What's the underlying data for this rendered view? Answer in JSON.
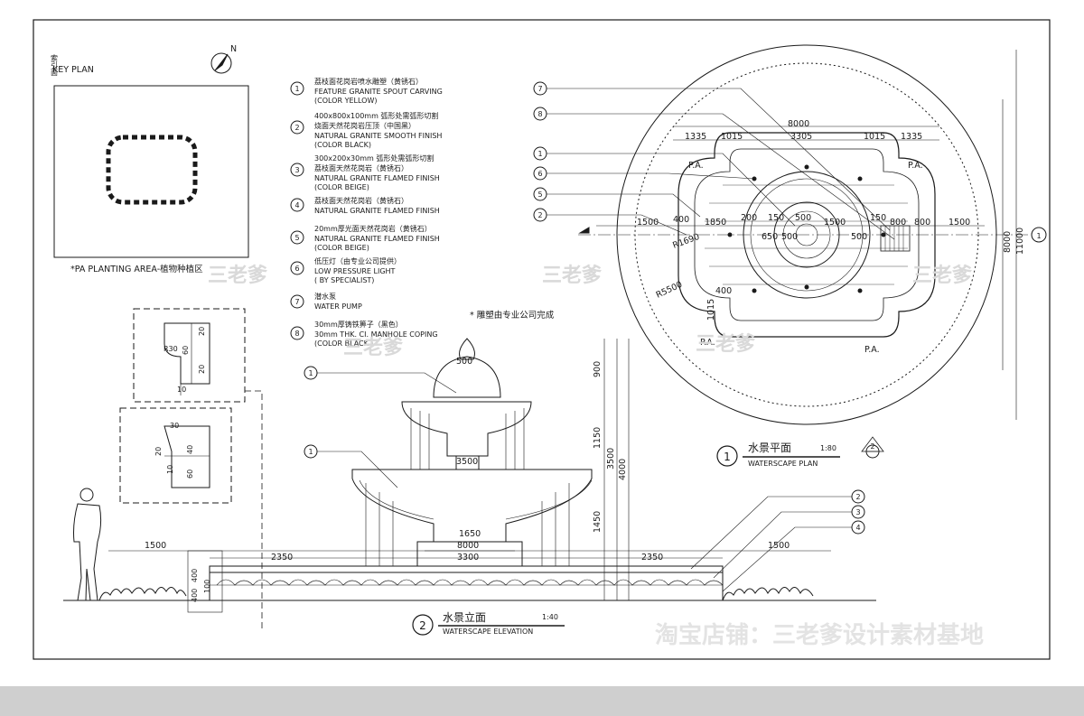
{
  "key_plan": {
    "title": "KEY PLAN",
    "north": "N",
    "vertical_label": "索引面",
    "note": "*PA   PLANTING AREA-植物种植区"
  },
  "legend": [
    {
      "num": "1",
      "cn": "荔枝面花岗岩喷水雕塑（黄锈石）",
      "en1": "FEATURE GRANITE SPOUT CARVING",
      "en2": "(COLOR YELLOW)"
    },
    {
      "num": "2",
      "cn": "400x800x100mm 弧形处需弧形切割",
      "cn2": "烧面天然花岗岩压顶（中国黑）",
      "en1": "NATURAL GRANITE SMOOTH FINISH",
      "en2": "(COLOR BLACK)"
    },
    {
      "num": "3",
      "cn": "300x200x30mm 弧形处需弧形切割",
      "cn2": "荔枝面天然花岗岩（黄锈石）",
      "en1": "NATURAL GRANITE FLAMED FINISH",
      "en2": "(COLOR BEIGE)"
    },
    {
      "num": "4",
      "cn": "荔枝面天然花岗岩（黄锈石）",
      "en1": "NATURAL GRANITE FLAMED FINISH",
      "en2": ""
    },
    {
      "num": "5",
      "cn": "20mm厚光面天然花岗岩（黄锈石）",
      "en1": "NATURAL GRANITE FLAMED FINISH",
      "en2": "(COLOR BEIGE)"
    },
    {
      "num": "6",
      "cn": "低压灯（由专业公司提供）",
      "en1": "LOW PRESSURE LIGHT",
      "en2": "( BY SPECIALIST)"
    },
    {
      "num": "7",
      "cn": "潜水泵",
      "en1": "WATER PUMP",
      "en2": ""
    },
    {
      "num": "8",
      "cn": "30mm厚铸铁箅子（黑色）",
      "en1": "30mm THK. CI. MANHOLE COPING",
      "en2": "(COLOR BLACK )"
    }
  ],
  "sculpture_note": "*  雕塑由专业公司完成",
  "plan": {
    "title_cn": "水景平面",
    "title_en": "WATERSCAPE PLAN",
    "scale": "1:80",
    "number": "1",
    "section_ref": "2",
    "pa_label": "P.A.",
    "dims": {
      "d8000": "8000",
      "d1335": "1335",
      "d1015": "1015",
      "d3305": "3305",
      "d1500": "1500",
      "d400": "400",
      "d1850": "1850",
      "d200": "200",
      "d150": "150",
      "d500": "500",
      "d800": "800",
      "d650": "650",
      "r1690": "R1690",
      "r5500": "R5500",
      "d11000": "11000",
      "d1015v": "1015"
    }
  },
  "elevation": {
    "title_cn": "水景立面",
    "title_en": "WATERSCAPE ELEVATION",
    "scale": "1:40",
    "number": "2",
    "dims": {
      "d1500": "1500",
      "d2350": "2350",
      "d8000": "8000",
      "d3300": "3300",
      "d1650": "1650",
      "d3500t": "3500",
      "d900": "900",
      "d1150": "1150",
      "d1450": "1450",
      "d3500": "3500",
      "d4000": "4000",
      "d400": "400",
      "d100": "100",
      "d500": "500"
    }
  },
  "details": {
    "d30": "30",
    "d60": "60",
    "d20": "20",
    "d10": "10",
    "d40": "40",
    "r30": "R30"
  },
  "watermarks": {
    "small": "三老爹",
    "shop": "淘宝店铺：三老爹设计素材基地"
  },
  "colors": {
    "line": "#1a1a1a",
    "paper": "#ffffff",
    "frame_bg": "#cfcfcf",
    "watermark": "#d9d9d9"
  }
}
